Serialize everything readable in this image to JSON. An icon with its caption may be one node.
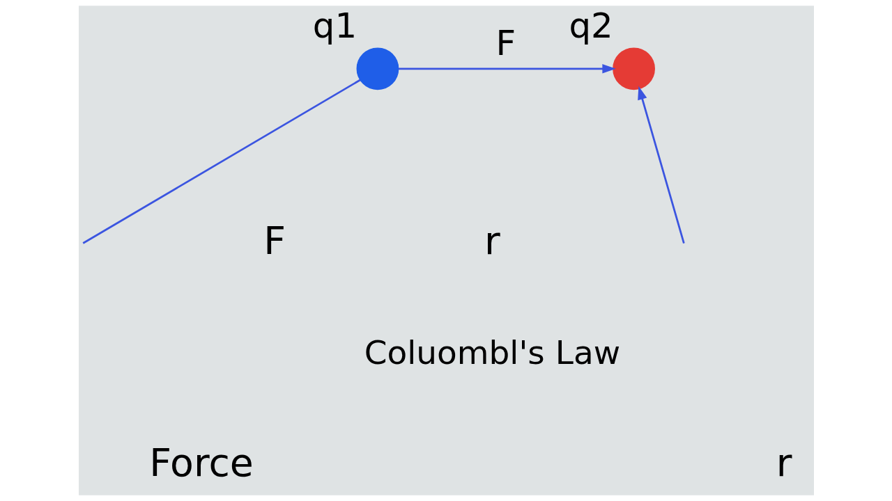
{
  "diagram": {
    "nodes": [
      {
        "text": [
          "q1"
        ]
      },
      {
        "text": [
          "q2"
        ]
      }
    ],
    "edges": [
      {
        "from": 0,
        "to": 1,
        "arrow": "to",
        "label": "F"
      },
      {
        "from": null,
        "to": 0,
        "arrow": "none"
      },
      {
        "from": null,
        "to": 1,
        "arrow": "to"
      }
    ],
    "labels": [
      "r",
      "F",
      "Coluombl's Law",
      "Force",
      "r"
    ]
  }
}
